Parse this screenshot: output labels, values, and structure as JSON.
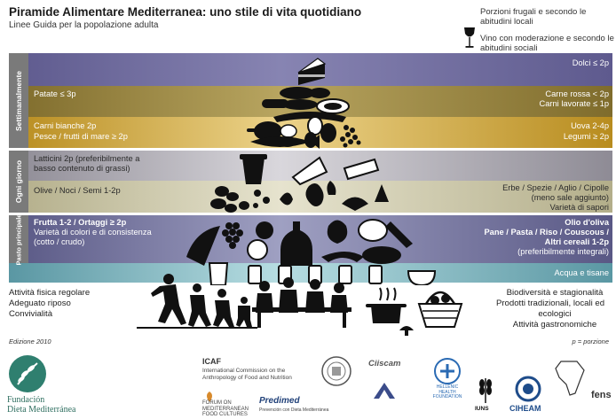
{
  "header": {
    "title": "Piramide Alimentare Mediterranea: uno stile di vita quotidiano",
    "subtitle": "Linee Guida per la popolazione adulta"
  },
  "legend": {
    "frugal": "Porzioni frugali e secondo le abitudini locali",
    "wine": "Vino con moderazione e secondo le abitudini sociali"
  },
  "sections": {
    "weekly": "Settimanalmente",
    "daily": "Ogni giorno",
    "meal": "Pasto principale"
  },
  "bands": {
    "sweets": {
      "right": "Dolci ≤ 2p"
    },
    "potatoes": {
      "left": "Patate ≤ 3p",
      "right_1": "Carne rossa < 2p",
      "right_2": "Carni lavorate ≤ 1p"
    },
    "white_meat": {
      "left_1": "Carni bianche 2p",
      "left_2": "Pesce / frutti di mare ≥ 2p",
      "right_1": "Uova 2-4p",
      "right_2": "Legumi ≥ 2p"
    },
    "dairy": {
      "left_1": "Latticini 2p (preferibilmente a",
      "left_2": "basso contenuto di grassi)"
    },
    "olives": {
      "left": "Olive / Noci / Semi 1-2p",
      "right_1": "Erbe / Spezie / Aglio / Cipolle",
      "right_2": "(meno sale aggiunto)",
      "right_3": "Varietà di sapori"
    },
    "meal": {
      "left_1": "Frutta 1-2 / Ortaggi ≥ 2p",
      "left_2": "Varietà di colori e di consistenza",
      "left_3": "(cotto / crudo)",
      "right_1": "Olio d'oliva",
      "right_2": "Pane / Pasta / Riso / Couscous /",
      "right_3": "Altri cereali 1-2p",
      "right_4": "(preferibilmente integrali)"
    },
    "water": {
      "right": "Acqua e tisane"
    }
  },
  "bottom": {
    "left_1": "Attività fisica regolare",
    "left_2": "Adeguato riposo",
    "left_3": "Convivialità",
    "right_1": "Biodiversità e stagionalità",
    "right_2": "Prodotti tradizionali, locali ed",
    "right_3": "ecologici",
    "right_4": "Attività gastronomiche"
  },
  "footer": {
    "edition": "Edizione 2010",
    "portion": "p = porzione"
  },
  "logos": {
    "fdm_1": "Fundación",
    "fdm_2": "Dieta Mediterránea",
    "icaf_title": "ICAF",
    "icaf_1": "International Commission on the",
    "icaf_2": "Anthropology of Food and Nutrition",
    "forum_1": "FORUM ON",
    "forum_2": "MEDITERRANEAN",
    "forum_3": "FOOD CULTURES",
    "predimed": "Predimed",
    "predimed_sub": "Prevención con Dieta Mediterránea",
    "ciiscam": "Ciiscam",
    "hhf_1": "HELLENIC",
    "hhf_2": "HEALTH",
    "hhf_3": "FOUNDATION",
    "iuns": "IUNS",
    "ciheam": "CIHEAM",
    "fens": "fens"
  },
  "colors": {
    "sweets": "#6e6a9b",
    "potatoes": "#8f7c3b",
    "white_meat": "#c99e2c",
    "dairy": "#9d9aa3",
    "olives": "#c6c2a4",
    "meal": "#6a6a96",
    "water": "#6fa7b2",
    "side": "#7a7a7a"
  }
}
